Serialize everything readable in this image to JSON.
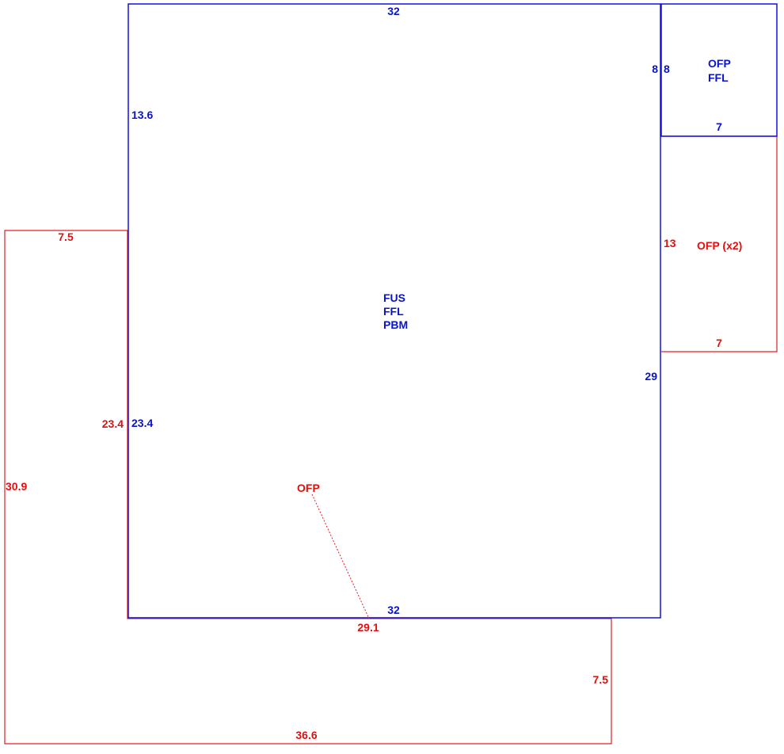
{
  "colors": {
    "blue": "#1010e0",
    "red": "#e02020"
  },
  "main_area": {
    "top_dimension": "32",
    "bottom_dimension": "32",
    "left_upper_dimension": "13.6",
    "left_lower_dimension": "23.4",
    "right_upper_dimension": "8",
    "right_lower_dimension": "29",
    "codes": [
      "FUS",
      "FFL",
      "PBM"
    ]
  },
  "upper_right_area": {
    "left_dimension": "8",
    "bottom_dimension": "7",
    "codes": [
      "OFP",
      "FFL"
    ]
  },
  "right_red_area": {
    "left_dimension": "13",
    "bottom_dimension": "7",
    "label": "OFP (x2)"
  },
  "lower_left_red_area": {
    "top_dimension": "7.5",
    "left_dimension": "30.9",
    "inner_left_dimension": "23.4",
    "upper_bottom_dimension": "29.1",
    "right_dimension": "7.5",
    "bottom_dimension": "36.6",
    "label": "OFP"
  }
}
